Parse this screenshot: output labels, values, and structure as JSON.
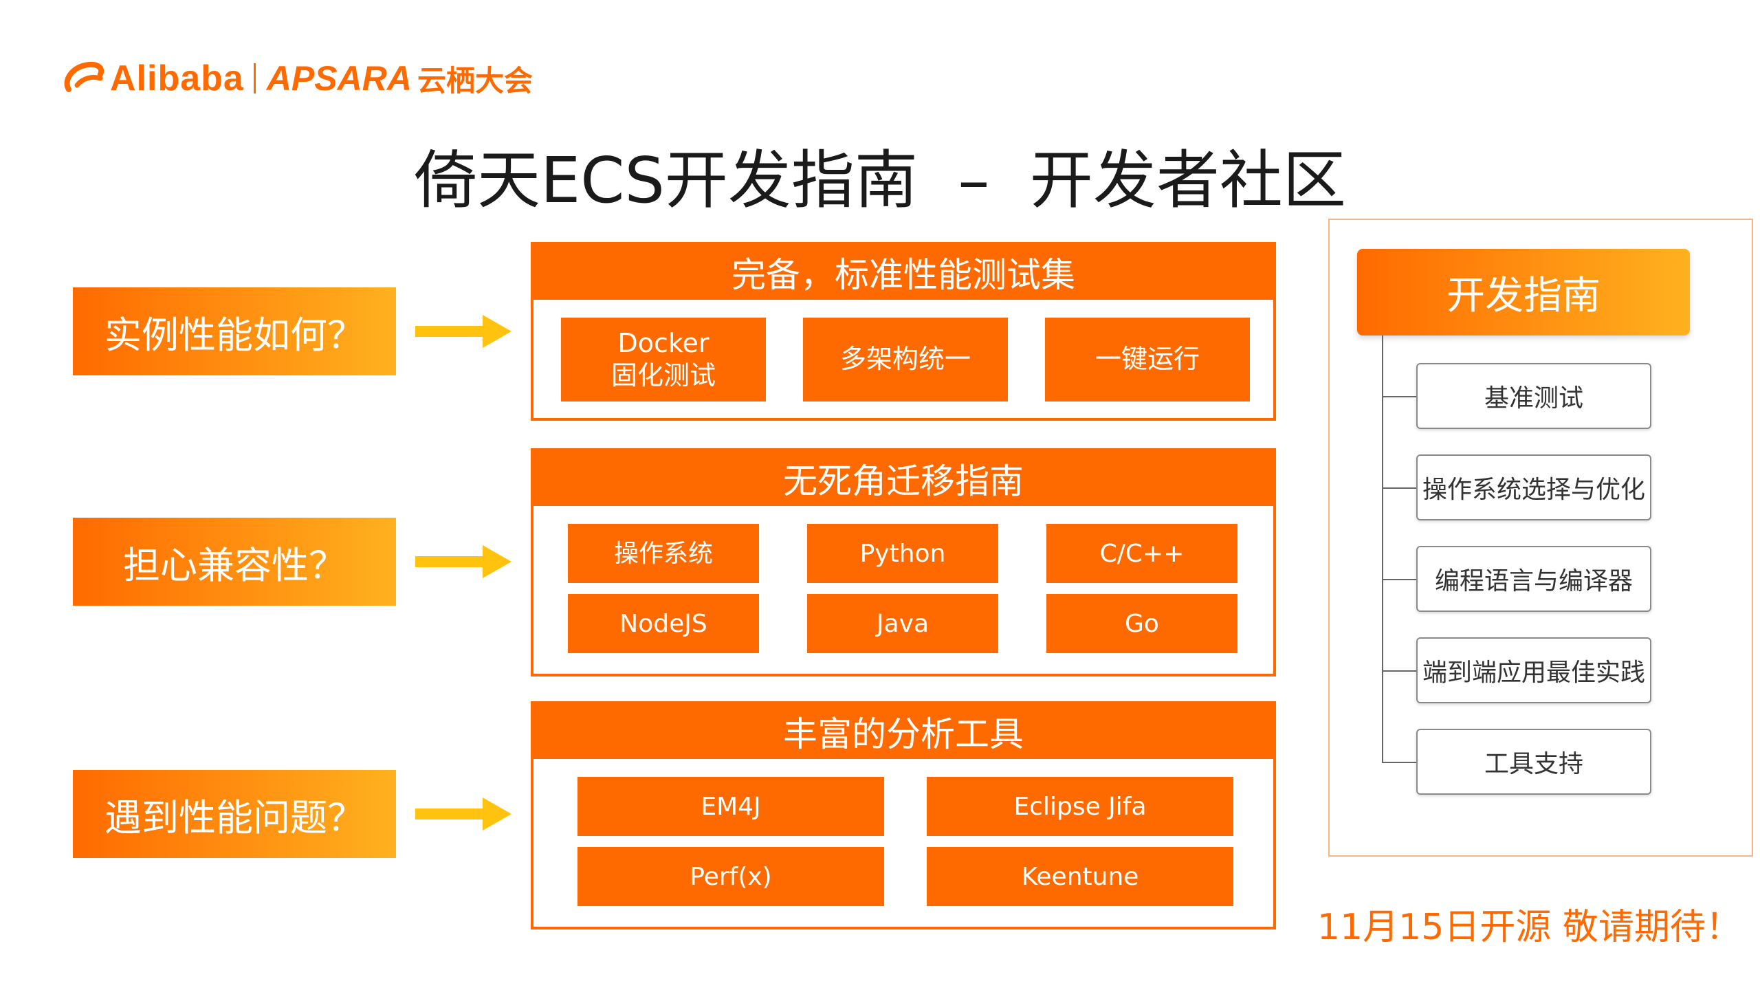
{
  "logo": {
    "brand": "Alibaba",
    "apsara": "APSARA",
    "event": "云栖大会",
    "accent": "#FF6A00"
  },
  "title": "倚天ECS开发指南  –  开发者社区",
  "questions": [
    {
      "label": "实例性能如何？"
    },
    {
      "label": "担心兼容性？"
    },
    {
      "label": "遇到性能问题？"
    }
  ],
  "panels": {
    "benchmark": {
      "title": "完备，标准性能测试集",
      "items": [
        "Docker\n固化测试",
        "多架构统一",
        "一键运行"
      ]
    },
    "migration": {
      "title": "无死角迁移指南",
      "items": [
        "操作系统",
        "Python",
        "C/C++",
        "NodeJS",
        "Java",
        "Go"
      ]
    },
    "tools": {
      "title": "丰富的分析工具",
      "items": [
        "EM4J",
        "Eclipse Jifa",
        "Perf(x)",
        "Keentune"
      ]
    }
  },
  "guide": {
    "title": "开发指南",
    "items": [
      "基准测试",
      "操作系统选择与优化",
      "编程语言与编译器",
      "端到端应用最佳实践",
      "工具支持"
    ]
  },
  "footer_note": "11月15日开源 敬请期待！",
  "colors": {
    "orange": "#FF6A00",
    "amber": "#FFB11F",
    "arrow": "#FFC20E",
    "light_border": "#F7B48A"
  }
}
